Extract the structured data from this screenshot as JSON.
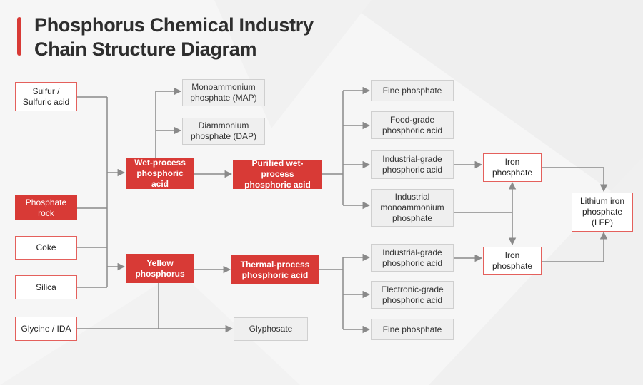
{
  "title": {
    "line1": "Phosphorus Chemical Industry",
    "line2": "Chain Structure Diagram"
  },
  "colors": {
    "accent": "#d83a36",
    "line": "#888888",
    "product_fill": "#efefef"
  },
  "nodes": {
    "sulfur": "Sulfur /\nSulfuric acid",
    "phosphate_rock": "Phosphate rock",
    "coke": "Coke",
    "silica": "Silica",
    "glycine": "Glycine / IDA",
    "wet_acid": "Wet-process\nphosphoric acid",
    "yellow_p": "Yellow\nphosphorus",
    "purified_acid": "Purified wet-process\nphosphoric acid",
    "thermal_acid": "Thermal-process\nphosphoric acid",
    "map": "Monoammonium\nphosphate (MAP)",
    "dap": "Diammonium\nphosphate (DAP)",
    "glyphosate": "Glyphosate",
    "fine1": "Fine phosphate",
    "food_acid": "Food-grade\nphosphoric acid",
    "ind_acid1": "Industrial-grade\nphosphoric acid",
    "ind_map": "Industrial\nmonoammonium\nphosphate",
    "ind_acid2": "Industrial-grade\nphosphoric acid",
    "elec_acid": "Electronic-grade\nphosphoric acid",
    "fine2": "Fine phosphate",
    "iron1": "Iron\nphosphate",
    "iron2": "Iron\nphosphate",
    "lfp": "Lithium iron\nphosphate\n(LFP)"
  }
}
